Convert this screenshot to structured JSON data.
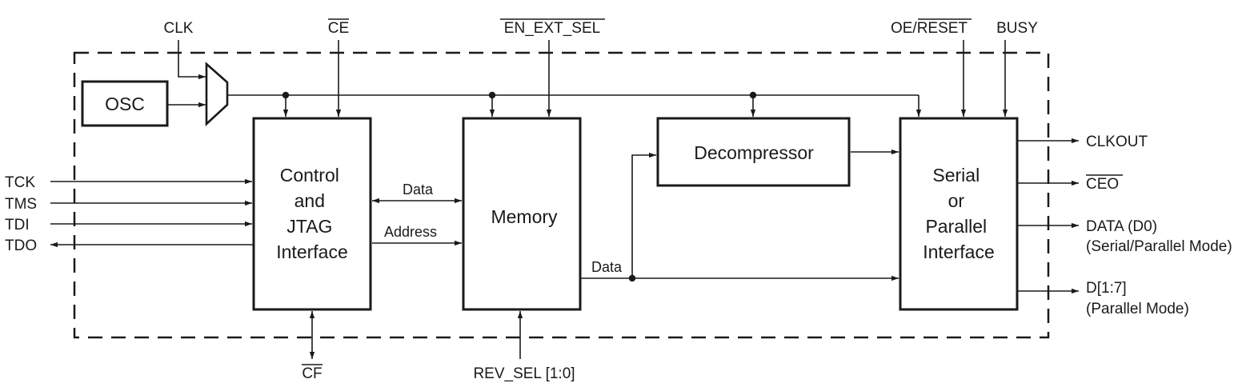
{
  "signals": {
    "clk": "CLK",
    "ce": "CE",
    "en_ext_sel": "EN_EXT_SEL",
    "oe": "OE/",
    "reset": "RESET",
    "busy": "BUSY",
    "tck": "TCK",
    "tms": "TMS",
    "tdi": "TDI",
    "tdo": "TDO",
    "cf": "CF",
    "rev_sel": "REV_SEL [1:0]",
    "clkout": "CLKOUT",
    "ceo": "CEO",
    "data_d0": "DATA (D0)",
    "data_d0_mode": "(Serial/Parallel Mode)",
    "d17": "D[1:7]",
    "d17_mode": "(Parallel Mode)"
  },
  "blocks": {
    "osc": "OSC",
    "control": [
      "Control",
      "and",
      "JTAG",
      "Interface"
    ],
    "memory": "Memory",
    "decompressor": "Decompressor",
    "serial": [
      "Serial",
      "or",
      "Parallel",
      "Interface"
    ]
  },
  "buses": {
    "data_ctrl_mem": "Data",
    "address": "Address",
    "data_mem_out": "Data"
  }
}
